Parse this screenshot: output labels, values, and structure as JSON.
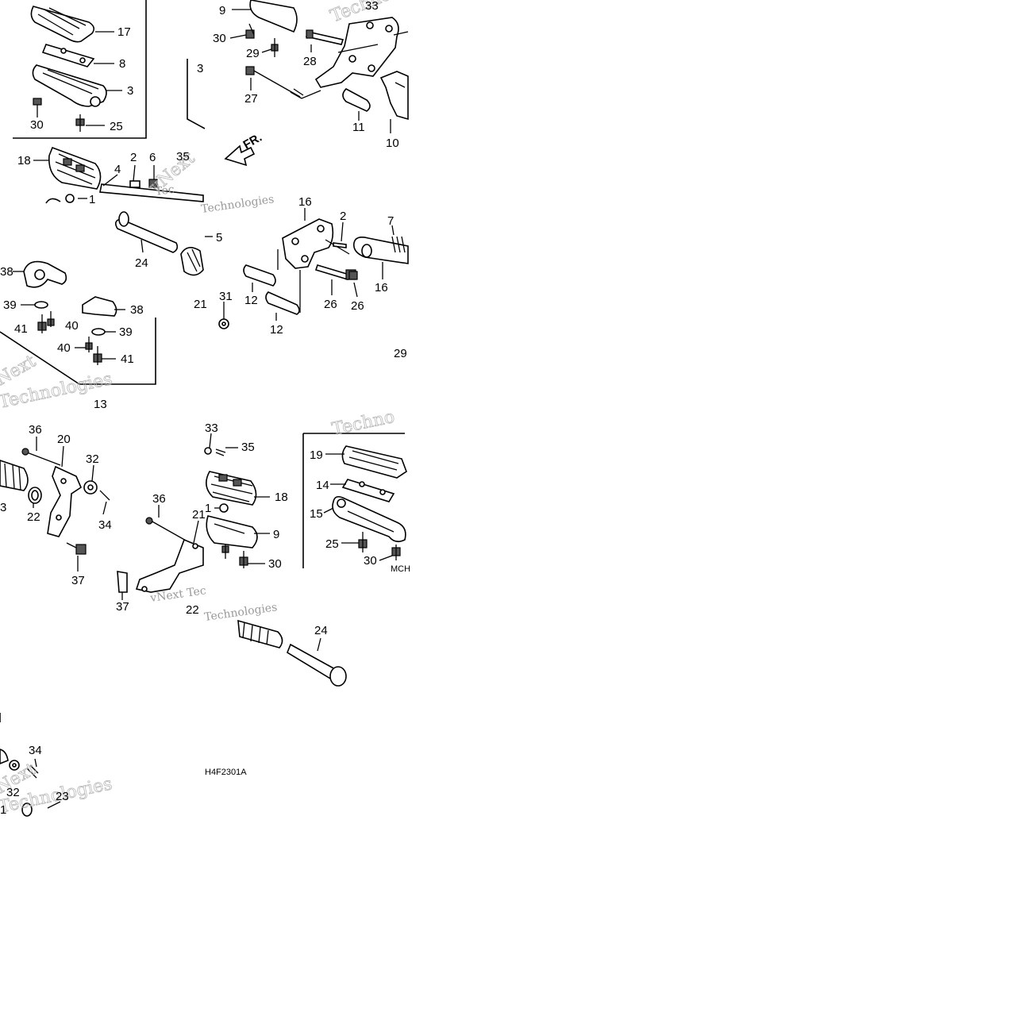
{
  "diagram": {
    "drawing_code": "H4F2301A",
    "tile_code": "MCH",
    "direction_label": "FR.",
    "watermarks": [
      "Technologies",
      "vNext",
      "Tec",
      "Technologies",
      "Next",
      "Technologies",
      "Techno",
      "vNext Tec",
      "Technologies",
      "Next",
      "Technologies"
    ],
    "callouts": [
      {
        "label": "9"
      },
      {
        "label": "33"
      },
      {
        "label": "30"
      },
      {
        "label": "29"
      },
      {
        "label": "28"
      },
      {
        "label": "27"
      },
      {
        "label": "11"
      },
      {
        "label": "10"
      },
      {
        "label": "17"
      },
      {
        "label": "8"
      },
      {
        "label": "3"
      },
      {
        "label": "30"
      },
      {
        "label": "25"
      },
      {
        "label": "3"
      },
      {
        "label": "18"
      },
      {
        "label": "2"
      },
      {
        "label": "6"
      },
      {
        "label": "35"
      },
      {
        "label": "4"
      },
      {
        "label": "1"
      },
      {
        "label": "24"
      },
      {
        "label": "5"
      },
      {
        "label": "21"
      },
      {
        "label": "31"
      },
      {
        "label": "38"
      },
      {
        "label": "39"
      },
      {
        "label": "41"
      },
      {
        "label": "40"
      },
      {
        "label": "38"
      },
      {
        "label": "39"
      },
      {
        "label": "40"
      },
      {
        "label": "41"
      },
      {
        "label": "13"
      },
      {
        "label": "16"
      },
      {
        "label": "2"
      },
      {
        "label": "7"
      },
      {
        "label": "12"
      },
      {
        "label": "12"
      },
      {
        "label": "26"
      },
      {
        "label": "26"
      },
      {
        "label": "16"
      },
      {
        "label": "29"
      },
      {
        "label": "36"
      },
      {
        "label": "20"
      },
      {
        "label": "32"
      },
      {
        "label": "3"
      },
      {
        "label": "22"
      },
      {
        "label": "34"
      },
      {
        "label": "37"
      },
      {
        "label": "36"
      },
      {
        "label": "21"
      },
      {
        "label": "37"
      },
      {
        "label": "22"
      },
      {
        "label": "33"
      },
      {
        "label": "35"
      },
      {
        "label": "18"
      },
      {
        "label": "1"
      },
      {
        "label": "9"
      },
      {
        "label": "30"
      },
      {
        "label": "19"
      },
      {
        "label": "14"
      },
      {
        "label": "15"
      },
      {
        "label": "25"
      },
      {
        "label": "30"
      },
      {
        "label": "24"
      },
      {
        "label": "34"
      },
      {
        "label": "32"
      },
      {
        "label": "23"
      },
      {
        "label": "1"
      }
    ]
  }
}
